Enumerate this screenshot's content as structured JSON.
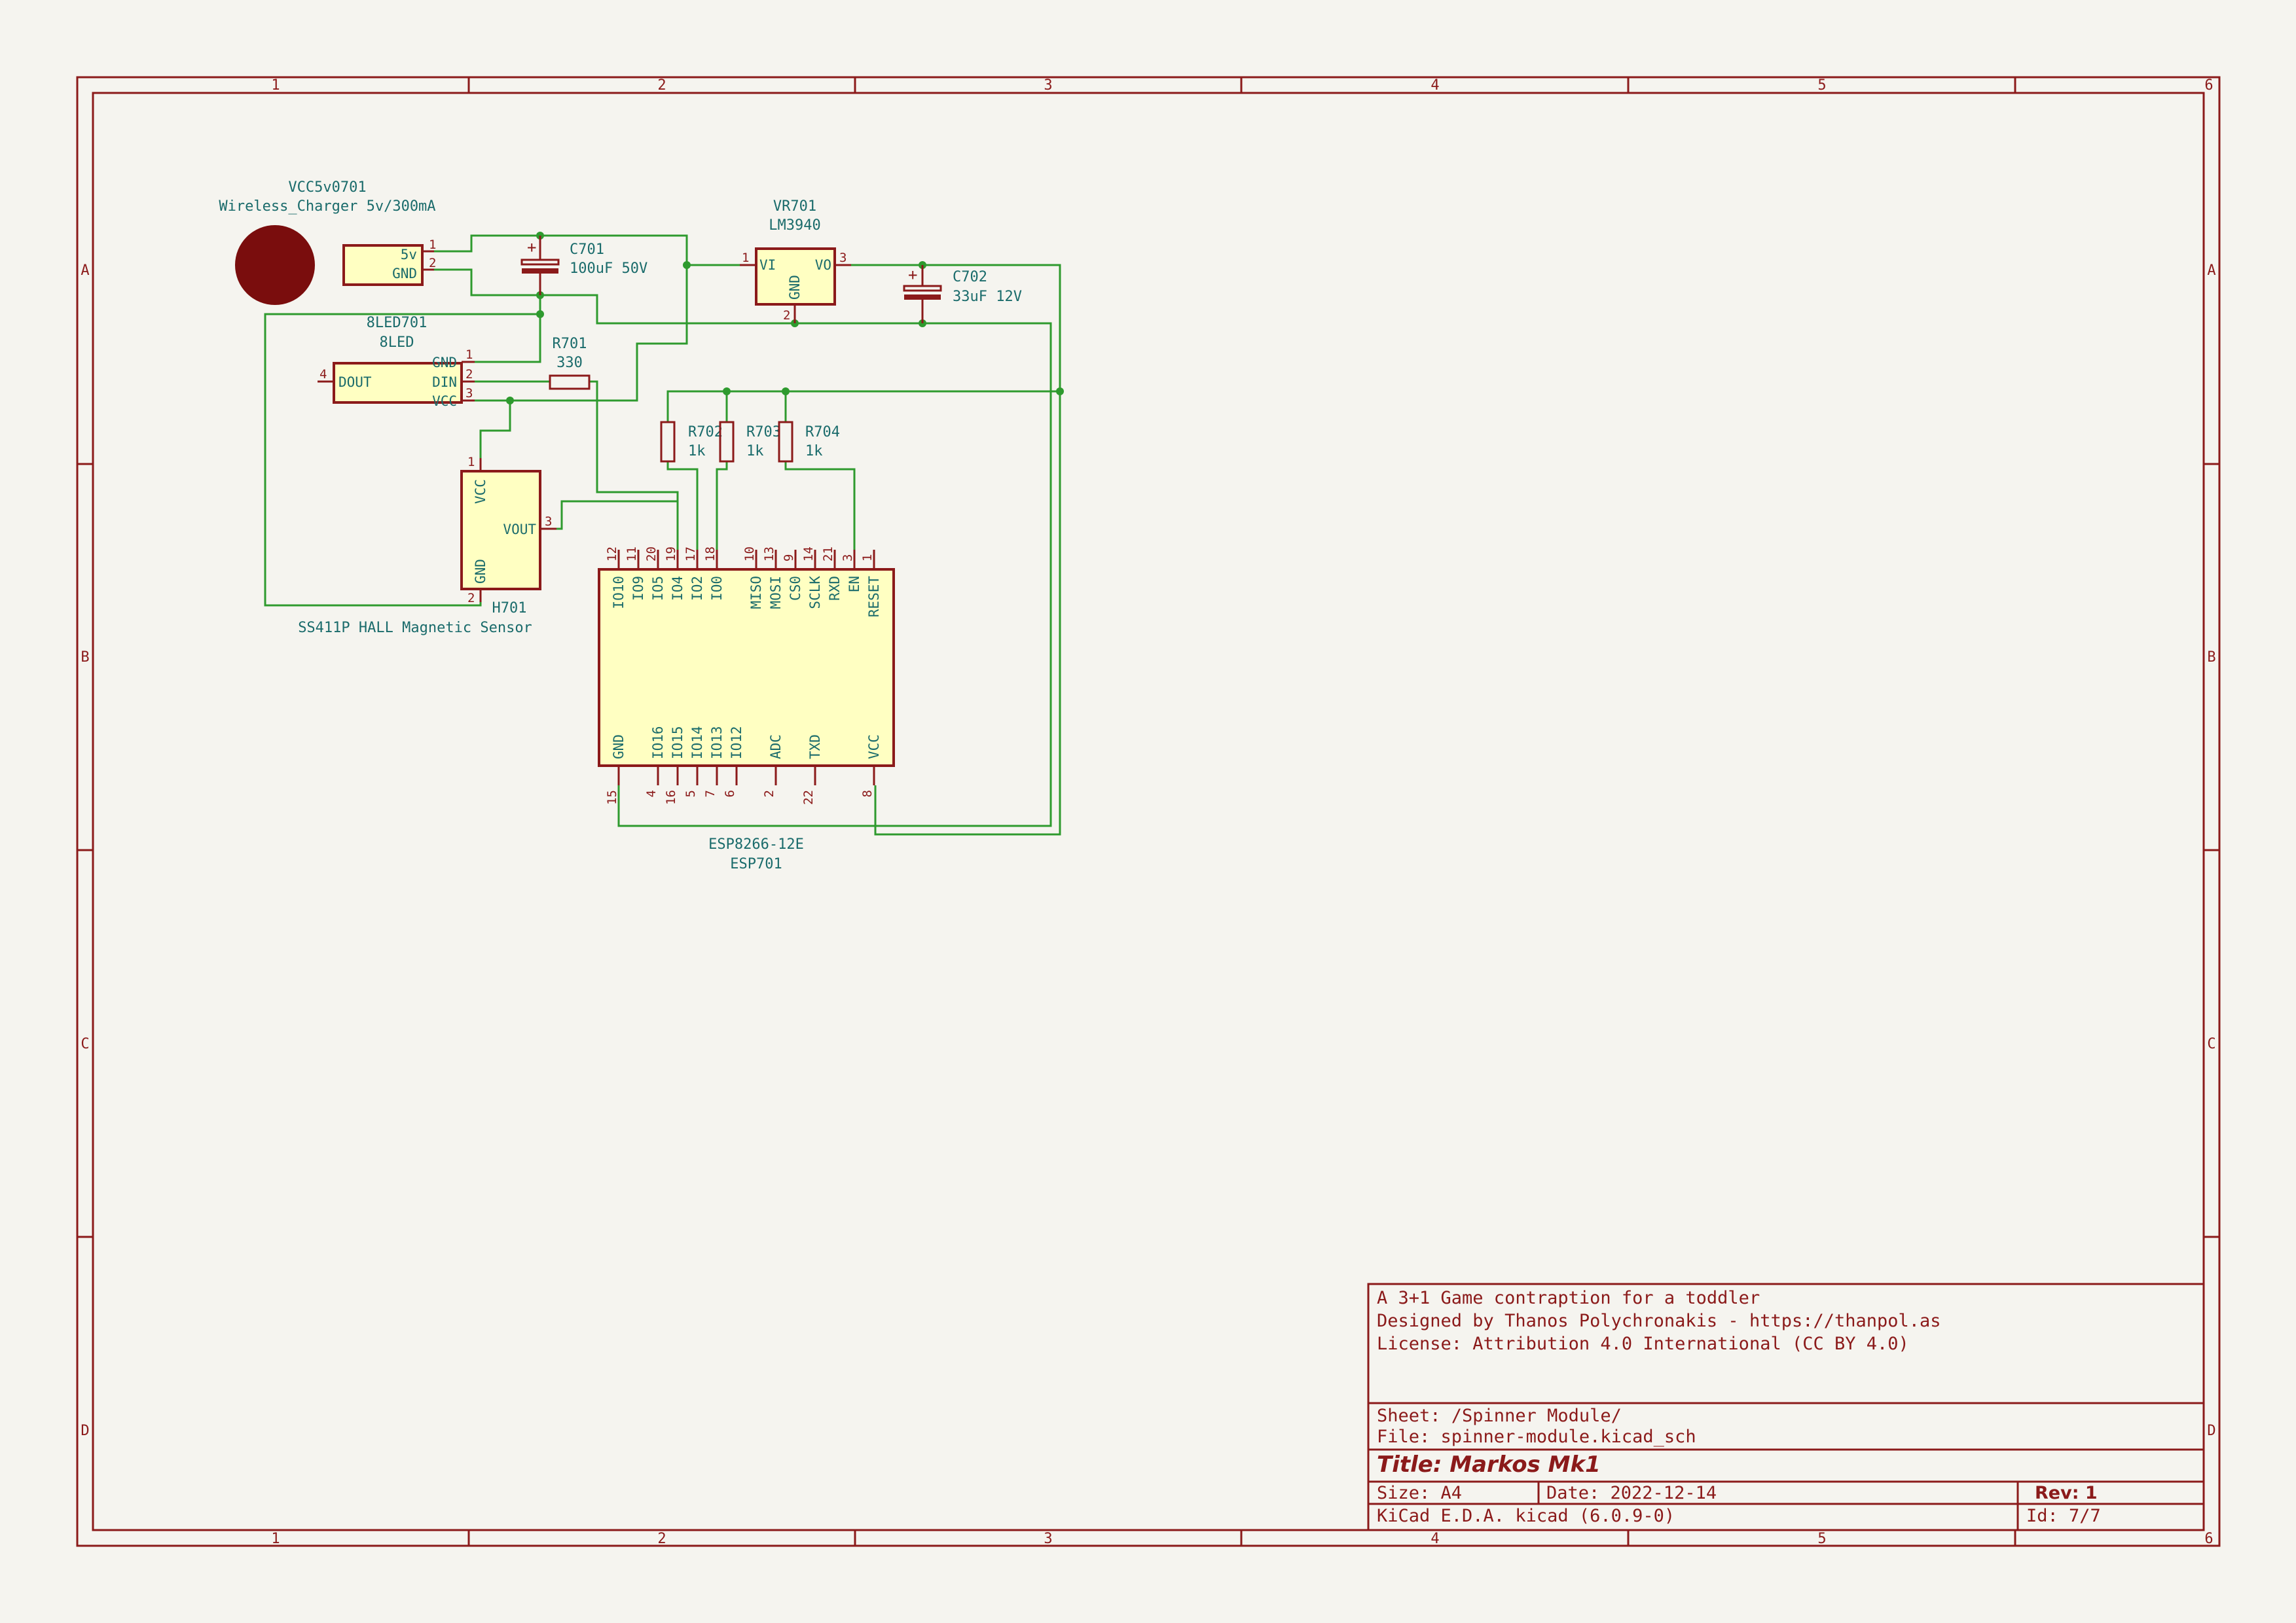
{
  "border": {
    "columns": [
      "1",
      "2",
      "3",
      "4",
      "5",
      "6"
    ],
    "rows": [
      "A",
      "B",
      "C",
      "D"
    ]
  },
  "components": {
    "charger": {
      "ref": "VCC5v0701",
      "value": "Wireless_Charger 5v/300mA",
      "pins": [
        "5v",
        "GND"
      ],
      "pin_numbers": [
        "1",
        "2"
      ]
    },
    "c701": {
      "ref": "C701",
      "value": "100uF 50V"
    },
    "vr701": {
      "ref": "VR701",
      "value": "LM3940",
      "pins": [
        "VI",
        "VO",
        "GND"
      ],
      "pin_numbers": [
        "1",
        "3",
        "2"
      ]
    },
    "c702": {
      "ref": "C702",
      "value": "33uF 12V"
    },
    "led": {
      "ref": "8LED701",
      "value": "8LED",
      "dout": "DOUT",
      "dout_num": "4",
      "pins": [
        "GND",
        "DIN",
        "VCC"
      ],
      "pin_numbers": [
        "1",
        "2",
        "3"
      ]
    },
    "r701": {
      "ref": "R701",
      "value": "330"
    },
    "r702": {
      "ref": "R702",
      "value": "1k"
    },
    "r703": {
      "ref": "R703",
      "value": "1k"
    },
    "r704": {
      "ref": "R704",
      "value": "1k"
    },
    "h701": {
      "ref": "H701",
      "value": "SS411P HALL Magnetic Sensor",
      "pins": [
        "VCC",
        "VOUT",
        "GND"
      ],
      "pin_numbers": [
        "1",
        "3",
        "2"
      ]
    },
    "esp": {
      "ref": "ESP701",
      "value": "ESP8266-12E",
      "top_pins": [
        {
          "name": "IO10",
          "num": "12"
        },
        {
          "name": "IO9",
          "num": "11"
        },
        {
          "name": "IO5",
          "num": "20"
        },
        {
          "name": "IO4",
          "num": "19"
        },
        {
          "name": "IO2",
          "num": "17"
        },
        {
          "name": "IO0",
          "num": "18"
        },
        {
          "name": "MISO",
          "num": "10"
        },
        {
          "name": "MOSI",
          "num": "13"
        },
        {
          "name": "CS0",
          "num": "9"
        },
        {
          "name": "SCLK",
          "num": "14"
        },
        {
          "name": "RXD",
          "num": "21"
        },
        {
          "name": "EN",
          "num": "3"
        },
        {
          "name": "RESET",
          "num": "1"
        }
      ],
      "bottom_pins": [
        {
          "name": "GND",
          "num": "15"
        },
        {
          "name": "IO16",
          "num": "4"
        },
        {
          "name": "IO15",
          "num": "16"
        },
        {
          "name": "IO14",
          "num": "5"
        },
        {
          "name": "IO13",
          "num": "7"
        },
        {
          "name": "IO12",
          "num": "6"
        },
        {
          "name": "ADC",
          "num": "2"
        },
        {
          "name": "TXD",
          "num": "22"
        },
        {
          "name": "VCC",
          "num": "8"
        }
      ]
    }
  },
  "title_block": {
    "comment1": "A 3+1 Game contraption for a toddler",
    "comment2": "Designed by Thanos Polychronakis - https://thanpol.as",
    "comment3": "License: Attribution 4.0 International (CC BY 4.0)",
    "sheet": "Sheet: /Spinner Module/",
    "file": "File: spinner-module.kicad_sch",
    "title": "Title: Markos Mk1",
    "size": "Size: A4",
    "date": "Date: 2022-12-14",
    "rev": "Rev: 1",
    "tool": "KiCad E.D.A.  kicad (6.0.9-0)",
    "id": "Id: 7/7"
  },
  "colors": {
    "border": "#8b1a1a",
    "wire": "#2e9a2e",
    "component_fill": "#ffffc2",
    "text": "#1a6b6b",
    "background": "#f5f4ef"
  }
}
